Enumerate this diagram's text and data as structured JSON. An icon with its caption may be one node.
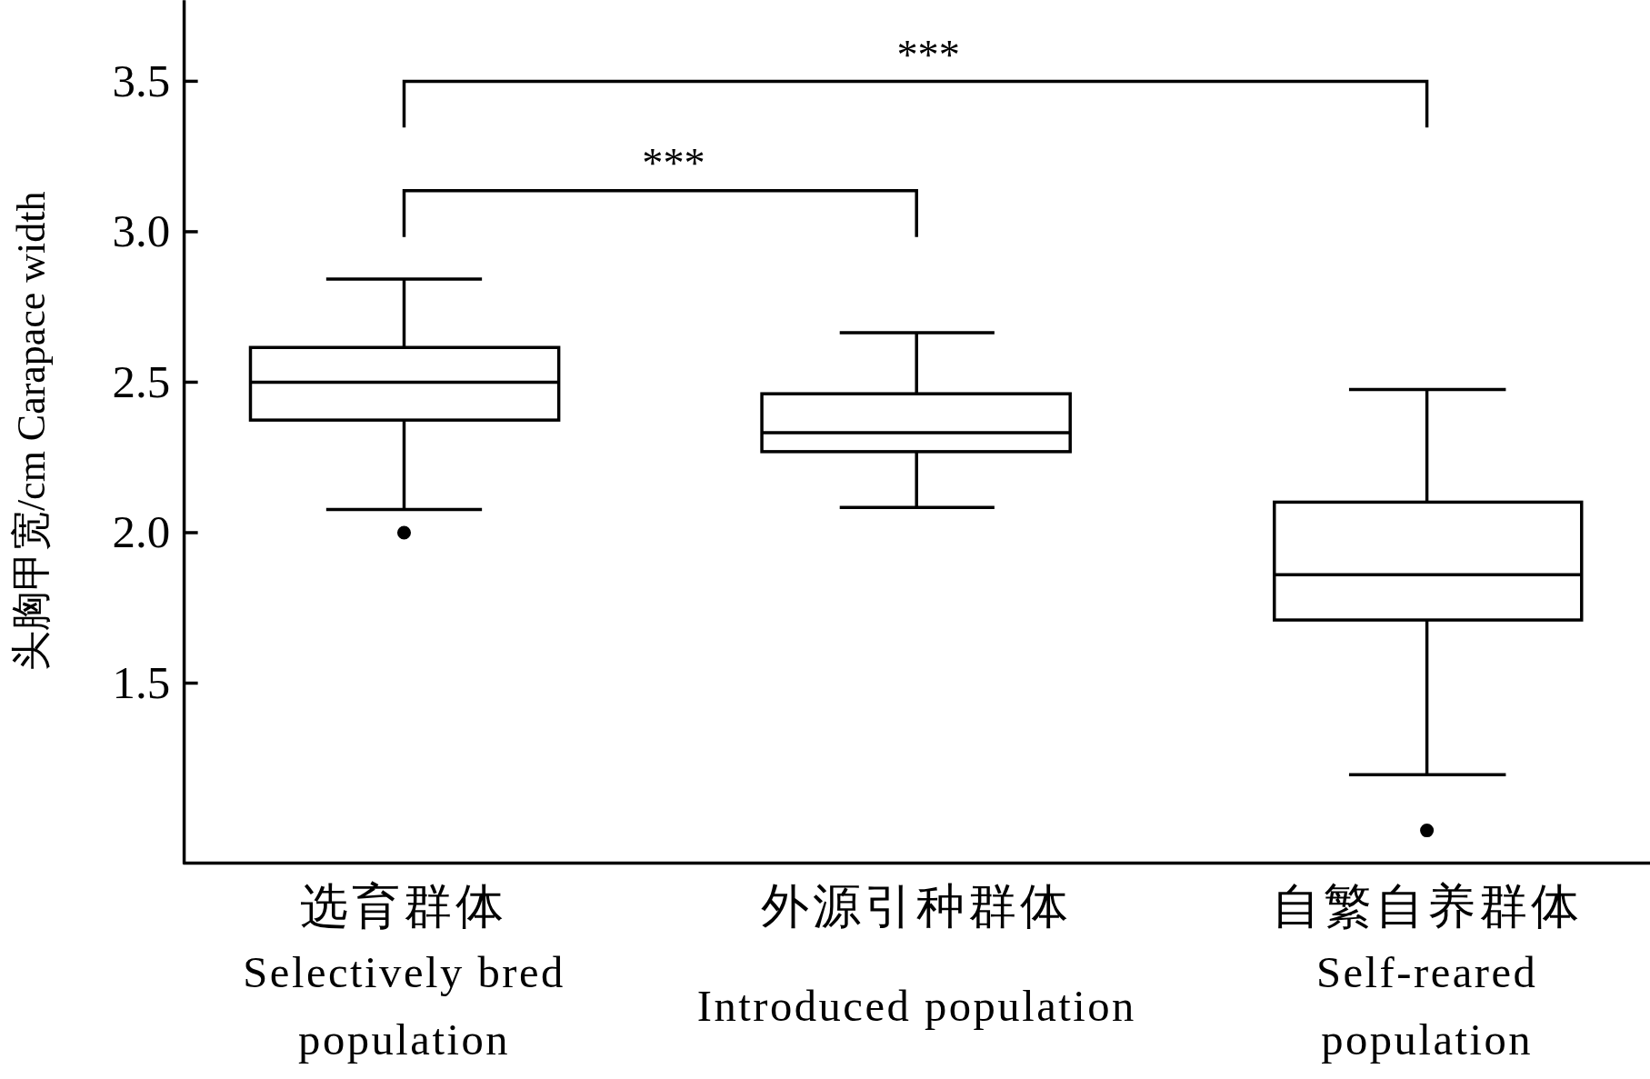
{
  "diagram": {
    "labels": [
      "3.5",
      "3.0",
      "2.5",
      "2.0",
      "1.5",
      "头胸甲宽/cm Carapace width",
      "***",
      "***",
      "选育群体",
      "Selectively bred population",
      "外源引种群体",
      "Introduced population",
      "自繁自养群体",
      "Self-reared population"
    ]
  }
}
